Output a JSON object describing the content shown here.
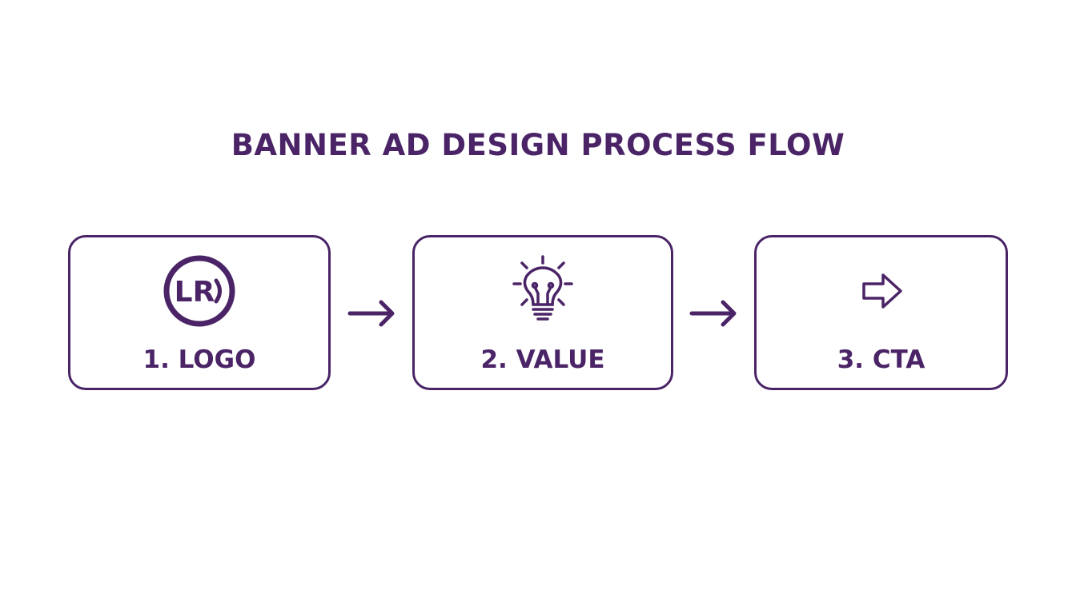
{
  "title": "BANNER AD DESIGN PROCESS FLOW",
  "accent_color": "#4a2466",
  "logo_mark_text": "LR",
  "steps": [
    {
      "label": "1. LOGO",
      "icon": "logo-circle-icon"
    },
    {
      "label": "2. VALUE",
      "icon": "lightbulb-icon"
    },
    {
      "label": "3. CTA",
      "icon": "right-arrow-outline-icon"
    }
  ],
  "connectors": [
    {
      "icon": "arrow-right-icon"
    },
    {
      "icon": "arrow-right-icon"
    }
  ]
}
